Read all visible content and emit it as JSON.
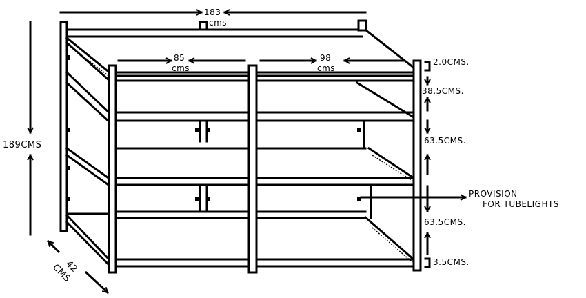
{
  "diagram": {
    "width_label": {
      "value": "183",
      "unit": "cms"
    },
    "left_bay_label": {
      "value": "85",
      "unit": "cms"
    },
    "right_bay_label": {
      "value": "98",
      "unit": "cms"
    },
    "height_label": "189CMS",
    "depth_label": {
      "value": "42",
      "unit": "CMS"
    },
    "right_dimensions": [
      "2.0CMS.",
      "38.5CMS.",
      "63.5CMS.",
      "63.5CMS.",
      "3.5CMS."
    ],
    "callout": {
      "line1": "PROVISION",
      "line2": "FOR TUBELIGHTS"
    }
  }
}
